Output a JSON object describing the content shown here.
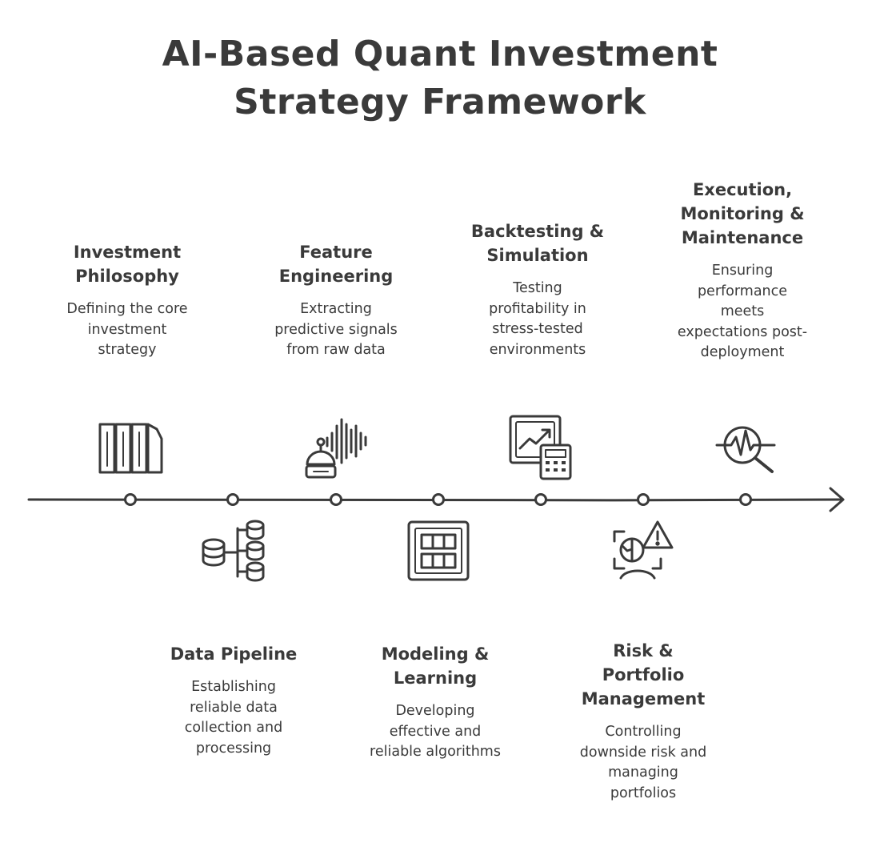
{
  "title_line1": "AI-Based Quant Investment",
  "title_line2": "Strategy Framework",
  "stages": [
    {
      "title": "Investment\nPhilosophy",
      "desc": "Defining the core\ninvestment\nstrategy",
      "icon": "library-columns-icon"
    },
    {
      "title": "Data Pipeline",
      "desc": "Establishing\nreliable data\ncollection and\nprocessing",
      "icon": "database-stack-icon"
    },
    {
      "title": "Feature\nEngineering",
      "desc": "Extracting\npredictive signals\nfrom raw data",
      "icon": "robot-soundwave-icon"
    },
    {
      "title": "Modeling &\nLearning",
      "desc": "Developing\neffective and\nreliable algorithms",
      "icon": "grid-panel-icon"
    },
    {
      "title": "Backtesting &\nSimulation",
      "desc": "Testing\nprofitability in\nstress-tested\nenvironments",
      "icon": "chart-calculator-icon"
    },
    {
      "title": "Risk &\nPortfolio\nManagement",
      "desc": "Controlling\ndownside risk and\nmanaging\nportfolios",
      "icon": "globe-warning-icon"
    },
    {
      "title": "Execution,\nMonitoring &\nMaintenance",
      "desc": "Ensuring\nperformance\nmeets\nexpectations post-\ndeployment",
      "icon": "magnifier-pulse-icon"
    }
  ]
}
